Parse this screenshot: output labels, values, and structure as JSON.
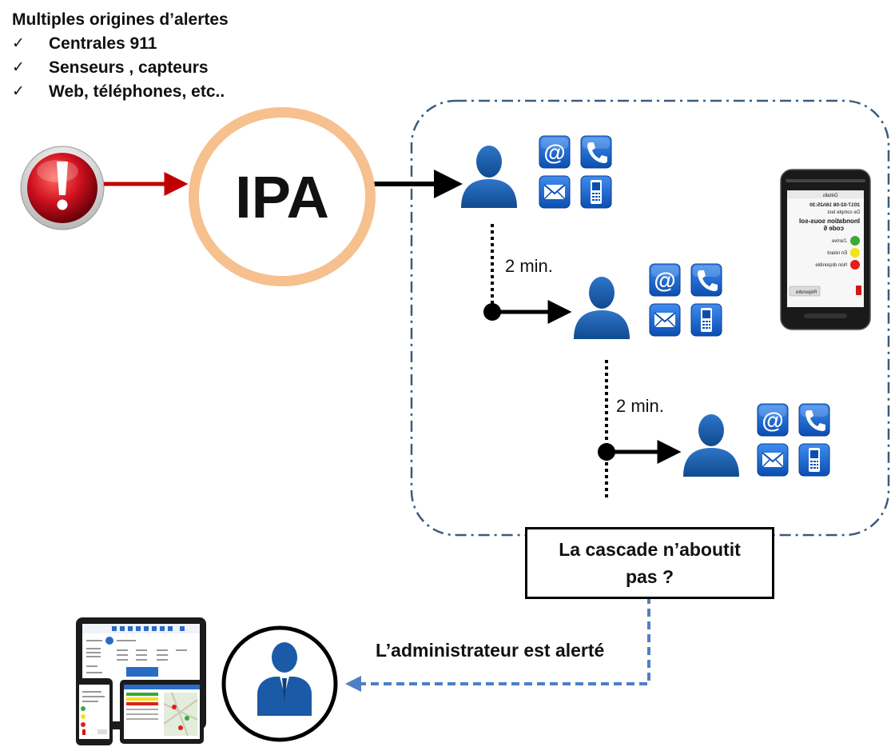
{
  "header": {
    "title": "Multiples origines d’alertes",
    "check_mark": "✓",
    "items": [
      "Centrales 911",
      "Senseurs , capteurs",
      "Web, téléphones, etc.."
    ]
  },
  "hub_label": "IPA",
  "cascade": {
    "delay_label_1": "2 min.",
    "delay_label_2": "2 min."
  },
  "failure_box": {
    "line1": "La cascade n’aboutit",
    "line2": "pas ?"
  },
  "admin_label": "L’administrateur est alerté",
  "phone_screen": {
    "header": "Détails",
    "date": "2017-02-08 16h25:30",
    "source": "De compte test",
    "message_line1": "Inondation sous-sol",
    "message_line2": "code 6",
    "options": [
      "J'arrive",
      "En retard",
      "Non disponible"
    ],
    "reply_button": "Répondre"
  },
  "icon_names": [
    "alert-icon",
    "user-icon",
    "at-icon",
    "phone-icon",
    "mail-icon",
    "mobile-icon",
    "admin-icon"
  ],
  "colors": {
    "alert_red": "#c8101a",
    "alert_arrow": "#c00000",
    "ipa_ring": "#f6c08f",
    "user_blue": "#1a5aa6",
    "tile_blue": "#1565c8",
    "frame_dash": "#3b5a80",
    "admin_dash": "#4f7fc4",
    "status_green": "#3aa83a",
    "status_yellow": "#f2e21a",
    "status_red": "#e0201a"
  }
}
